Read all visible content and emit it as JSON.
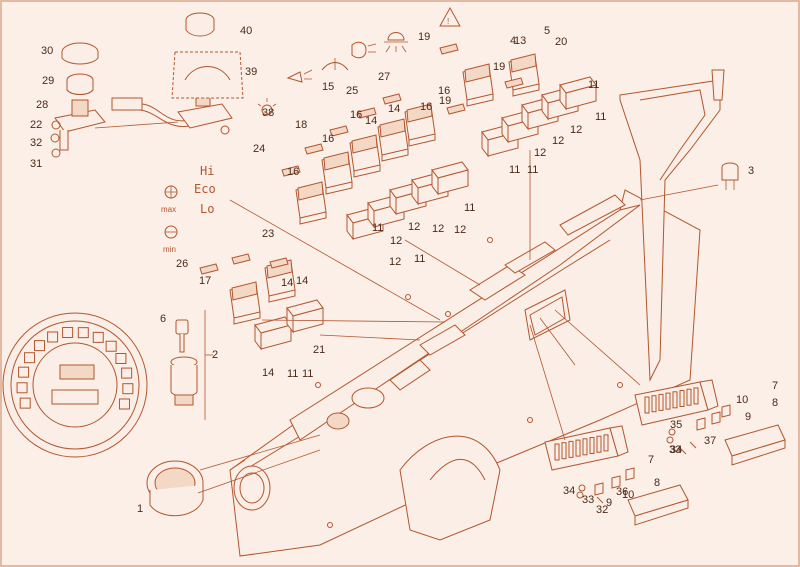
{
  "colors": {
    "background": "#fcefe7",
    "stroke": "#b2562e",
    "label": "#4a2a1a"
  },
  "mode_labels": [
    "Hi",
    "Eco",
    "Lo"
  ],
  "indicator_labels": {
    "max": "max",
    "min": "min"
  },
  "callouts": [
    "1",
    "2",
    "3",
    "4",
    "5",
    "6",
    "7",
    "7",
    "8",
    "8",
    "9",
    "9",
    "10",
    "10",
    "11",
    "11",
    "11",
    "11",
    "11",
    "11",
    "11",
    "11",
    "11",
    "12",
    "12",
    "12",
    "12",
    "12",
    "12",
    "12",
    "12",
    "13",
    "14",
    "14",
    "14",
    "14",
    "14",
    "15",
    "16",
    "16",
    "16",
    "16",
    "16",
    "17",
    "18",
    "19",
    "19",
    "19",
    "20",
    "21",
    "22",
    "23",
    "24",
    "25",
    "26",
    "27",
    "28",
    "29",
    "30",
    "31",
    "32",
    "32",
    "33",
    "33",
    "34",
    "34",
    "35",
    "36",
    "37",
    "38",
    "39",
    "40"
  ]
}
